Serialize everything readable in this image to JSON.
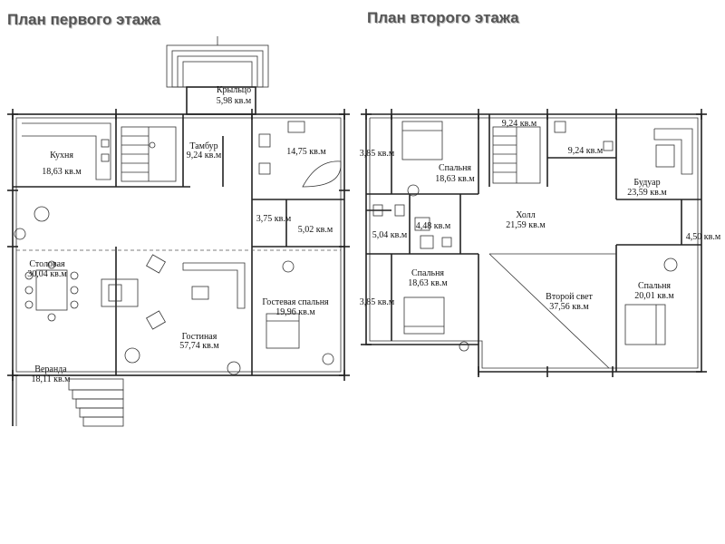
{
  "titles": {
    "first_floor": "План первого этажа",
    "second_floor": "План второго этажа"
  },
  "first_floor_rooms": [
    {
      "name": "Крыльцо",
      "area": "5,98 кв.м"
    },
    {
      "name": "Тамбур",
      "area": "9,24 кв.м"
    },
    {
      "name": "Кухня",
      "area": "18,63 кв.м"
    },
    {
      "name": "",
      "area": "14,75 кв.м"
    },
    {
      "name": "",
      "area": "3,75 кв.м"
    },
    {
      "name": "",
      "area": "5,02 кв.м"
    },
    {
      "name": "Столовая",
      "area": "30,04 кв.м"
    },
    {
      "name": "Гостевая спальня",
      "area": "19,96 кв.м"
    },
    {
      "name": "Гостиная",
      "area": "57,74 кв.м"
    },
    {
      "name": "Веранда",
      "area": "18,11 кв.м"
    }
  ],
  "second_floor_rooms": [
    {
      "name": "",
      "area": "9,24 кв.м"
    },
    {
      "name": "",
      "area": "9,24 кв.м"
    },
    {
      "name": "",
      "area": "3,85 кв.м"
    },
    {
      "name": "Спальня",
      "area": "18,63 кв.м"
    },
    {
      "name": "Будуар",
      "area": "23,59 кв.м"
    },
    {
      "name": "Холл",
      "area": "21,59 кв.м"
    },
    {
      "name": "",
      "area": "4,48 кв.м"
    },
    {
      "name": "",
      "area": "5,04 кв.м"
    },
    {
      "name": "",
      "area": "4,50 кв.м"
    },
    {
      "name": "Спальня",
      "area": "18,63 кв.м"
    },
    {
      "name": "",
      "area": "3,85 кв.м"
    },
    {
      "name": "Второй свет",
      "area": "37,56 кв.м"
    },
    {
      "name": "Спальня",
      "area": "20,01 кв.м"
    }
  ]
}
